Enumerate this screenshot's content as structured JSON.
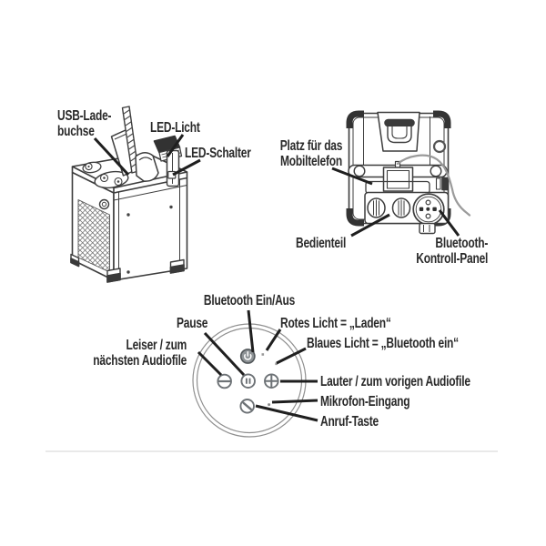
{
  "page": {
    "bg": "#ffffff",
    "ink": "#2a2a2a",
    "leader_color": "#1f1f1f",
    "divider_color": "#dcdcdc",
    "panel_ring_color": "#8f8f8f",
    "power_button_fill": "#8e9396"
  },
  "figure_heater": {
    "labels": {
      "usb_line1": "USB-Lade-",
      "usb_line2": "buchse",
      "led_light": "LED-Licht",
      "led_switch": "LED-Schalter"
    }
  },
  "figure_rear": {
    "labels": {
      "phone_slot_line1": "Platz für das",
      "phone_slot_line2": "Mobiltelefon",
      "control_unit": "Bedienteil",
      "bt_panel_line1": "Bluetooth-",
      "bt_panel_line2": "Kontroll-Panel"
    }
  },
  "figure_panel": {
    "labels": {
      "bluetooth_power": "Bluetooth Ein/Aus",
      "pause": "Pause",
      "volume_down_line1": "Leiser / zum",
      "volume_down_line2": "nächsten Audiofile",
      "red_light": "Rotes Licht = „Laden“",
      "blue_light": "Blaues Licht = „Bluetooth ein“",
      "volume_up": "Lauter / zum vorigen Audiofile",
      "microphone": "Mikrofon-Eingang",
      "call": "Anruf-Taste"
    },
    "icons": {
      "power": "power-icon",
      "minus": "minus-icon",
      "pause": "pause-icon",
      "plus": "plus-icon",
      "call": "phone-icon"
    }
  }
}
